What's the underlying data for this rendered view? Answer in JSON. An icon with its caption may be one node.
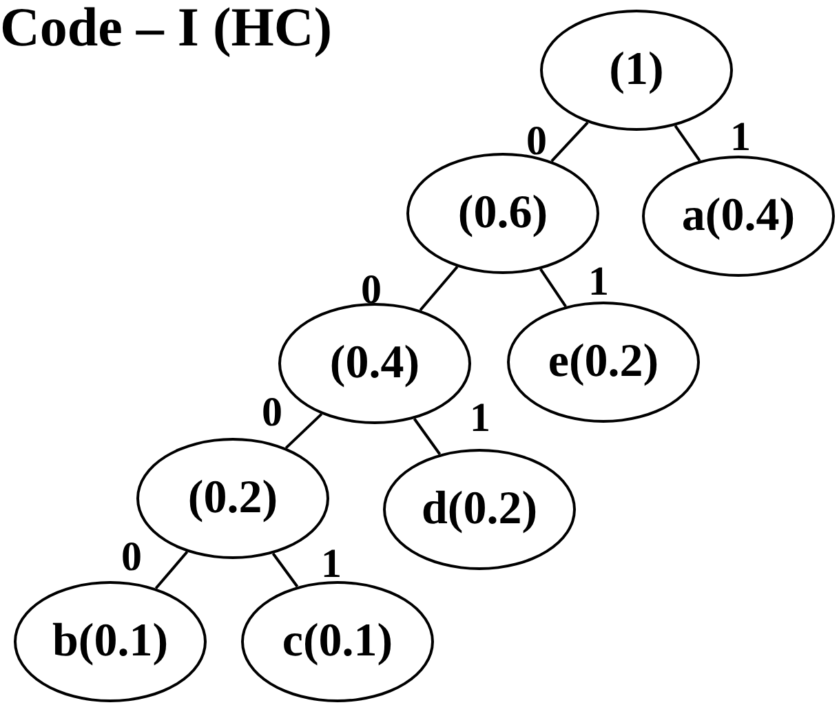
{
  "diagram": {
    "title": "Code – I (HC)",
    "nodes": [
      {
        "text": [
          "(1)"
        ]
      },
      {
        "text": [
          "(0.6)"
        ]
      },
      {
        "text": [
          "a(0.4)"
        ]
      },
      {
        "text": [
          "(0.4)"
        ]
      },
      {
        "text": [
          "e(0.2)"
        ]
      },
      {
        "text": [
          "(0.2)"
        ]
      },
      {
        "text": [
          "d(0.2)"
        ]
      },
      {
        "text": [
          "b(0.1)"
        ]
      },
      {
        "text": [
          "c(0.1)"
        ]
      }
    ],
    "edges": [
      {
        "from": 0,
        "to": 1,
        "arrow": "none",
        "label": "0"
      },
      {
        "from": 0,
        "to": 2,
        "arrow": "none",
        "label": "1"
      },
      {
        "from": 1,
        "to": 3,
        "arrow": "none",
        "label": "0"
      },
      {
        "from": 1,
        "to": 4,
        "arrow": "none",
        "label": "1"
      },
      {
        "from": 3,
        "to": 5,
        "arrow": "none",
        "label": "0"
      },
      {
        "from": 3,
        "to": 6,
        "arrow": "none",
        "label": "1"
      },
      {
        "from": 5,
        "to": 7,
        "arrow": "none",
        "label": "0"
      },
      {
        "from": 5,
        "to": 8,
        "arrow": "none",
        "label": "1"
      }
    ]
  }
}
